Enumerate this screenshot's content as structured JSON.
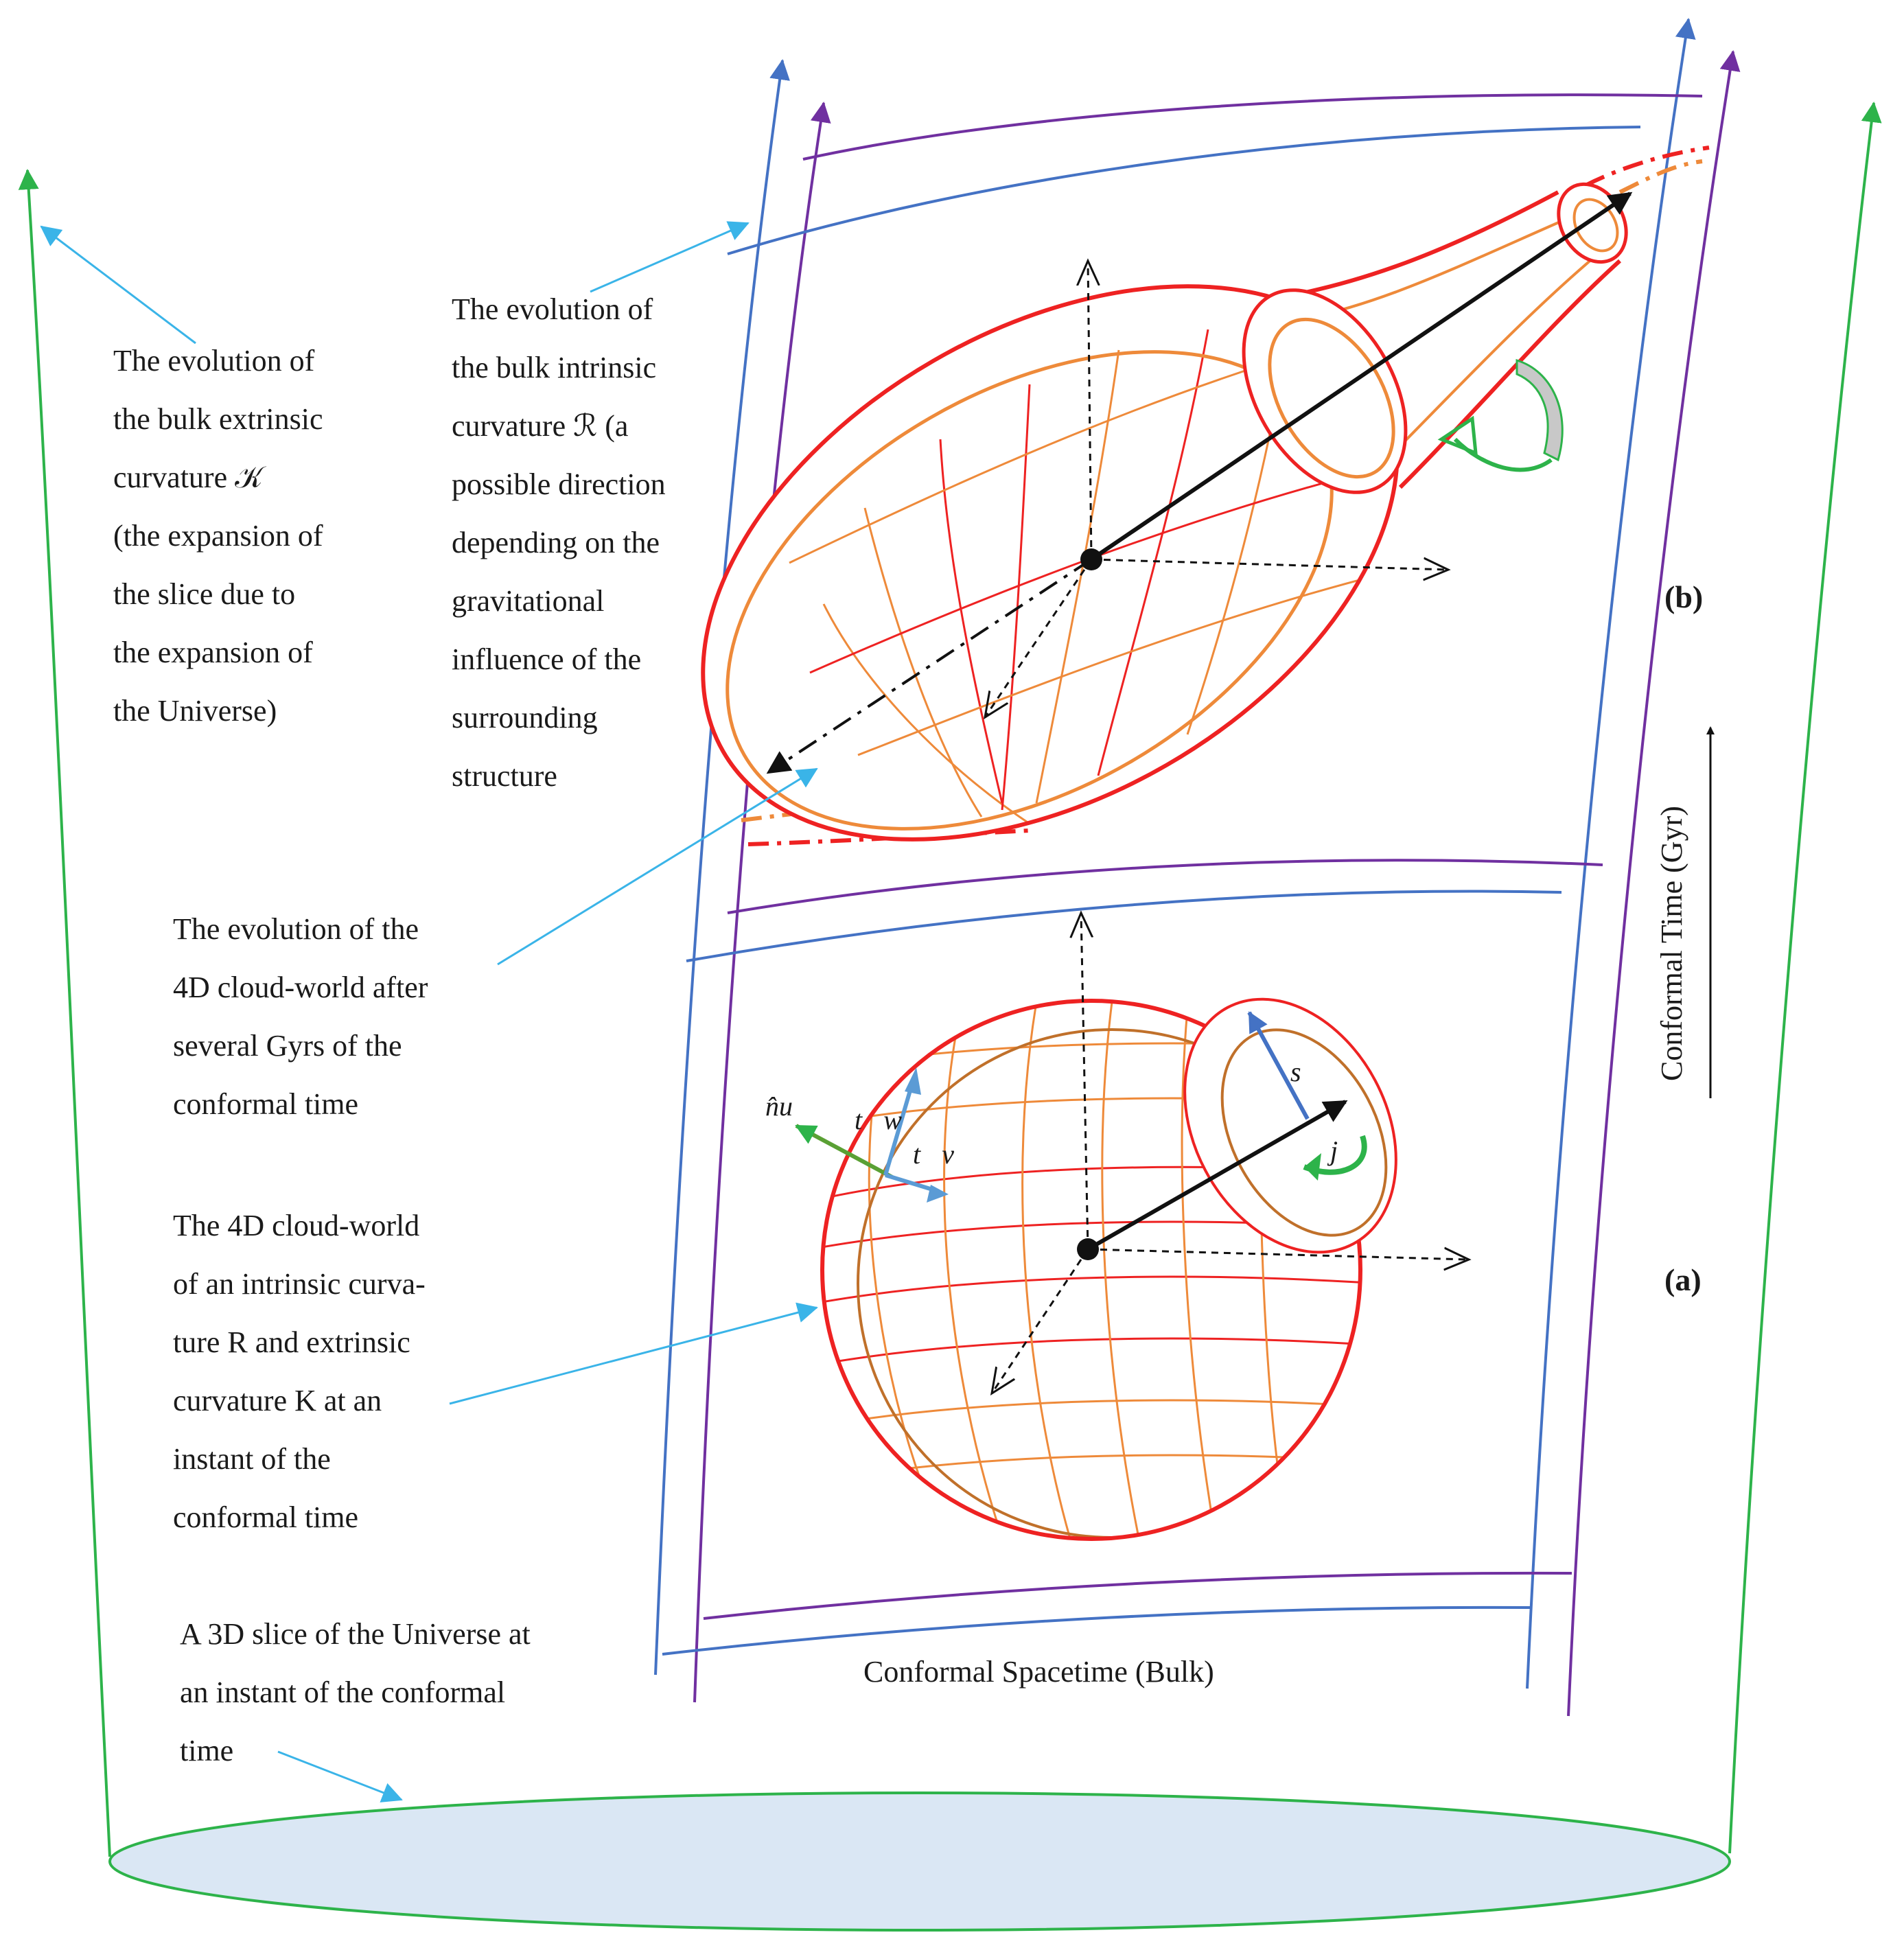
{
  "labels": {
    "extrinsic": [
      "The evolution of",
      "the bulk extrinsic",
      "curvature 𝒦",
      "(the expansion of",
      "the slice due to",
      "the expansion of",
      "the Universe)"
    ],
    "intrinsic": [
      "The evolution of",
      "the bulk intrinsic",
      "curvature ℛ (a",
      "possible direction",
      "depending on the",
      "gravitational",
      "influence of the",
      "surrounding",
      "structure"
    ],
    "cloud_evolution": [
      "The evolution of the",
      "4D cloud-world after",
      "several Gyrs of the",
      "conformal time"
    ],
    "cloud_world": [
      "The 4D cloud-world",
      "of an intrinsic curva-",
      "ture R and extrinsic",
      "curvature K at an",
      "instant of the",
      "conformal time"
    ],
    "slice": [
      "A 3D slice of the Universe at",
      "an instant of the conformal",
      "time"
    ],
    "bulk": "Conformal Spacetime (Bulk)",
    "time_axis": "Conformal Time (Gyr)",
    "panel_b": "(b)",
    "panel_a": "(a)",
    "vec_n": "n̂u",
    "vec_tw": "t⃗w",
    "vec_tv": "t⃗v",
    "vec_s": "s",
    "vec_j": "j"
  },
  "colors": {
    "green": "#2db34a",
    "cyan": "#3ab4e8",
    "blue": "#4472c4",
    "purple": "#7030a0",
    "red": "#ee2222",
    "orange": "#ee8a3a",
    "brown": "#c0702a",
    "slice_fill": "#dae7f4"
  }
}
